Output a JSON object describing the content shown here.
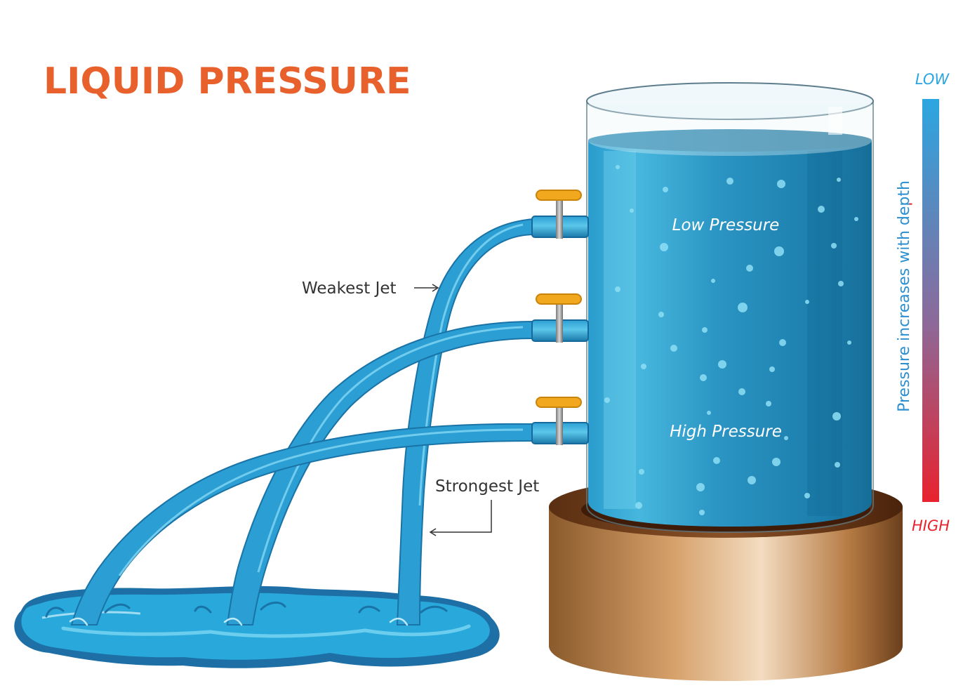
{
  "title": "LIQUID PRESSURE",
  "labels": {
    "weakest_jet": "Weakest Jet",
    "strongest_jet": "Strongest Jet",
    "low_pressure": "Low Pressure",
    "high_pressure": "High Pressure"
  },
  "scale": {
    "top": "LOW",
    "bottom": "HIGH",
    "caption": "Pressure increases with depth"
  },
  "colors": {
    "title": "#E8602C",
    "water": "#1E8FC4",
    "water_light": "#45BCE3",
    "puddle": "#29A9DB",
    "valve_handle": "#F2A81E",
    "base": "#B77A45",
    "scale_low": "#2BA6E0",
    "scale_high": "#E8222E"
  },
  "icons": {
    "valve": "valve-icon",
    "arrow_right": "arrow-right-icon",
    "arrow_elbow": "arrow-elbow-left-icon"
  }
}
